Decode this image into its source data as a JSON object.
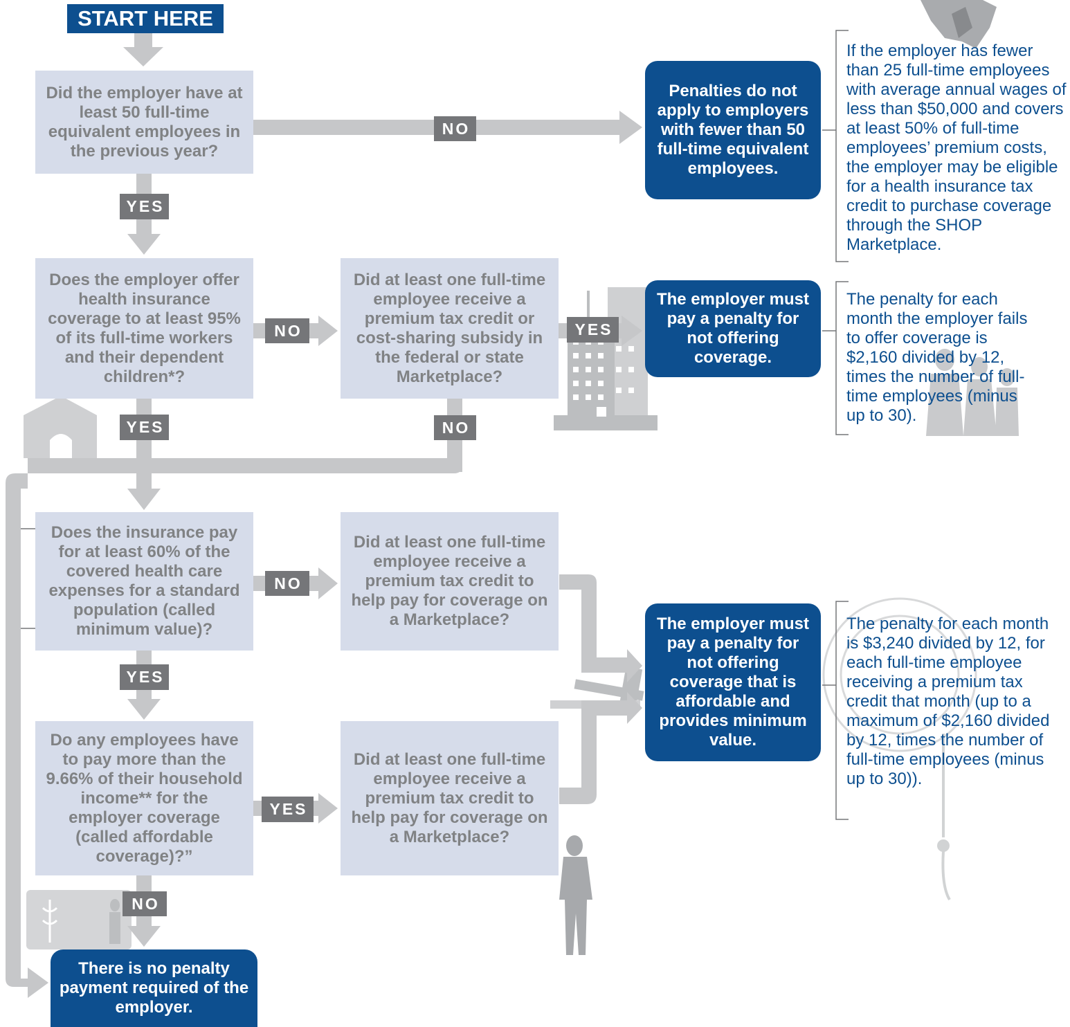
{
  "start_label": "START HERE",
  "questions": {
    "q1": "Did the employer have at least 50 full-time equivalent employees in the previous year?",
    "q2": "Does the employer offer health insurance coverage to at least 95% of its full-time workers and their dependent children*?",
    "q2b": "Did at least one full-time employee receive a premium tax credit or cost-sharing subsidy in the federal or state Marketplace?",
    "q3": "Does the insurance pay for at least 60% of the covered health care expenses for a standard population (called minimum value)?",
    "q3b": "Did at least one full-time employee receive a premium tax credit to help pay for coverage on a Marketplace?",
    "q4": "Do any employees have to pay more than the 9.66% of their household income** for the employer coverage (called affordable coverage)?”",
    "q4b": "Did at least one full-time employee receive a premium tax credit to help pay for coverage on a Marketplace?"
  },
  "results": {
    "r1": "Penalties do not apply to employers with fewer than 50 full-time equivalent employees.",
    "r2": "The employer must pay a penalty for not offering coverage.",
    "r3": "The employer must pay a penalty for not offering coverage that is affordable and provides minimum value.",
    "r4": "There is no penalty payment required of the employer."
  },
  "notes": {
    "n1": "If the employer has fewer than 25 full-time employees with average annual wages of less than $50,000 and covers at least 50% of full-time employees’ premium costs, the employer may be eligible for a health insurance tax credit to purchase coverage through the SHOP Marketplace.",
    "n2": "The penalty for each month the employer fails to offer coverage is $2,160 divided by 12, times the number of full-time employees (minus up to 30).",
    "n3": "The penalty for each month is $3,240 divided by 12, for each full-time employee receiving a premium tax credit that month (up to a maximum of $2,160 divided by 12, times the number of full-time employees (minus up to 30))."
  },
  "labels": {
    "yes": "YES",
    "no": "NO"
  },
  "colors": {
    "question_bg": "#d6dcea",
    "question_text": "#808284",
    "result_bg": "#0d4f8f",
    "label_bg": "#757679",
    "arrow": "#c6c7c9",
    "note_text": "#0d4f8f"
  },
  "icons": [
    "hand-icon",
    "building-icon",
    "house-icon",
    "people-icon",
    "gavel-icon",
    "seal-icon",
    "businessman-icon",
    "stethoscope-icon",
    "insurance-card-icon"
  ]
}
